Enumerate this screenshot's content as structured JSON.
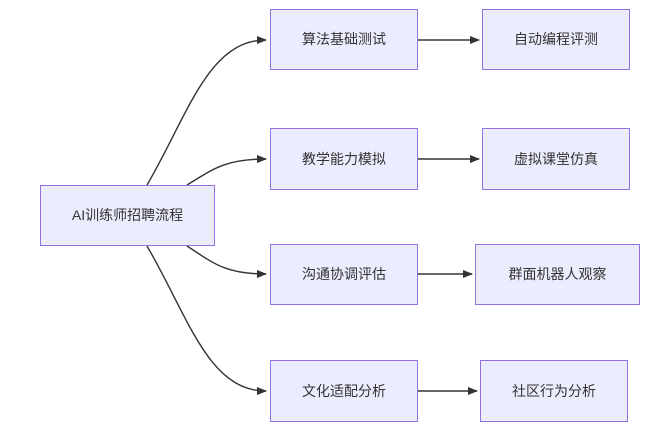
{
  "diagram": {
    "type": "flowchart-LR",
    "background": "#ffffff",
    "colors": {
      "node_fill": "#ECECFF",
      "node_border": "#9370DB",
      "edge": "#333333",
      "text": "#333333"
    },
    "root": {
      "label": "AI训练师招聘流程"
    },
    "stages": [
      {
        "label": "算法基础测试"
      },
      {
        "label": "教学能力模拟"
      },
      {
        "label": "沟通协调评估"
      },
      {
        "label": "文化适配分析"
      }
    ],
    "methods": [
      {
        "label": "自动编程评测"
      },
      {
        "label": "虚拟课堂仿真"
      },
      {
        "label": "群面机器人观察"
      },
      {
        "label": "社区行为分析"
      }
    ],
    "edges": [
      {
        "from": "AI训练师招聘流程",
        "to": "算法基础测试"
      },
      {
        "from": "AI训练师招聘流程",
        "to": "教学能力模拟"
      },
      {
        "from": "AI训练师招聘流程",
        "to": "沟通协调评估"
      },
      {
        "from": "AI训练师招聘流程",
        "to": "文化适配分析"
      },
      {
        "from": "算法基础测试",
        "to": "自动编程评测"
      },
      {
        "from": "教学能力模拟",
        "to": "虚拟课堂仿真"
      },
      {
        "from": "沟通协调评估",
        "to": "群面机器人观察"
      },
      {
        "from": "文化适配分析",
        "to": "社区行为分析"
      }
    ]
  }
}
